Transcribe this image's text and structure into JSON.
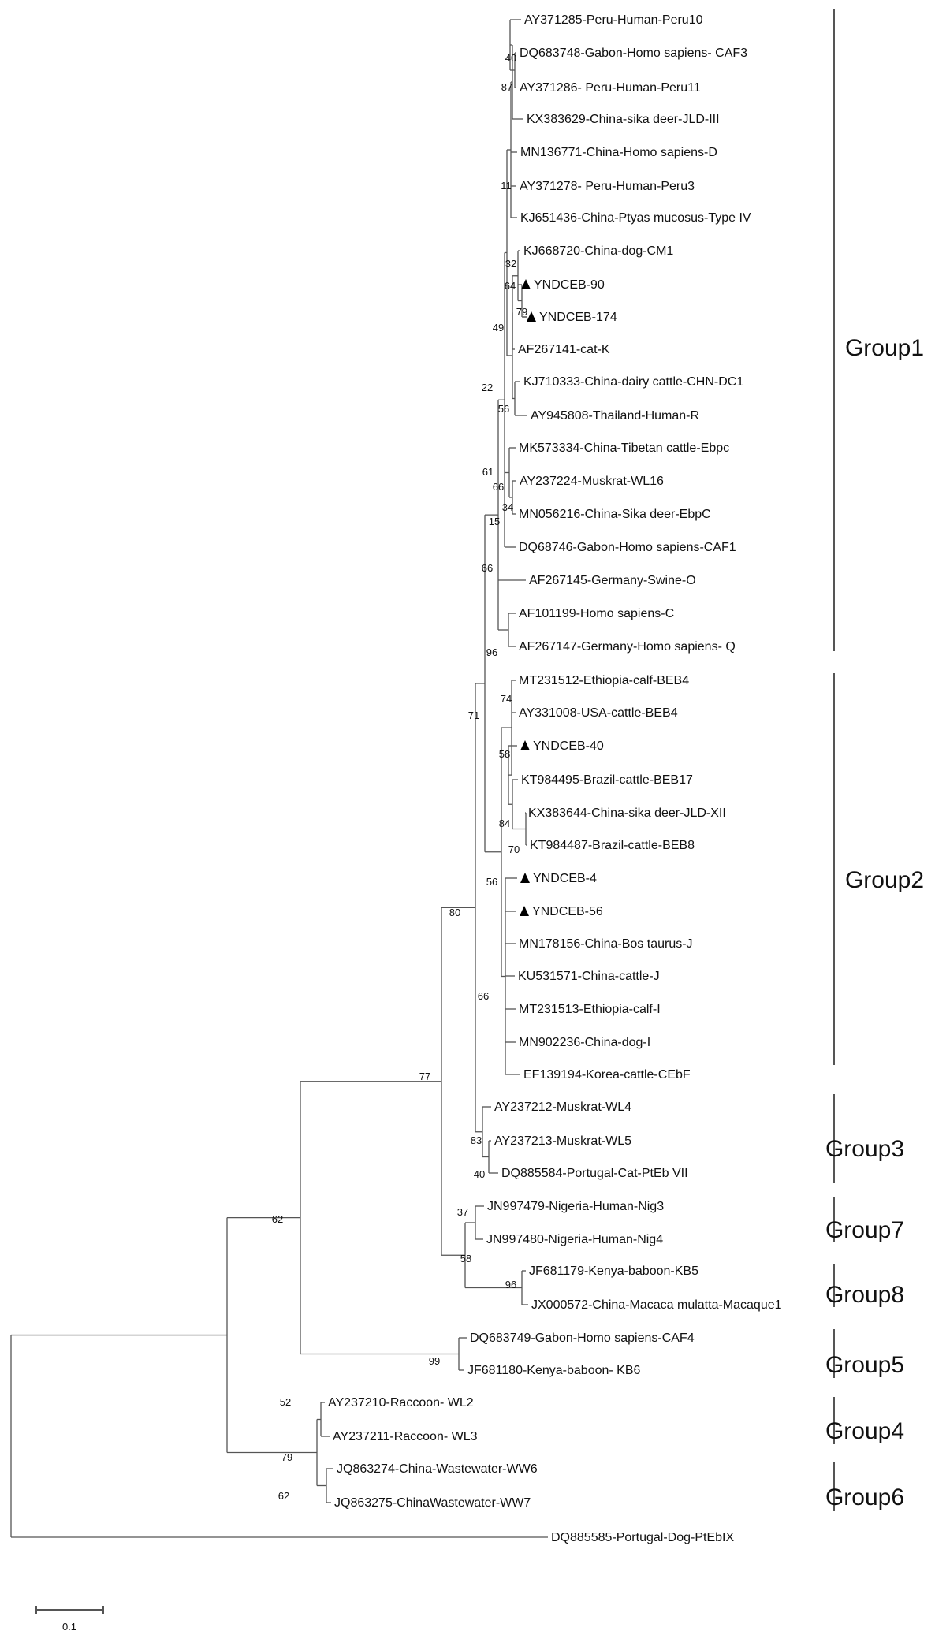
{
  "taxa": [
    "AY371285-Peru-Human-Peru10",
    "DQ683748-Gabon-Homo sapiens- CAF3",
    "AY371286- Peru-Human-Peru11",
    "KX383629-China-sika deer-JLD-III",
    "MN136771-China-Homo sapiens-D",
    "AY371278- Peru-Human-Peru3",
    "KJ651436-China-Ptyas mucosus-Type IV",
    "KJ668720-China-dog-CM1",
    "YNDCEB-90",
    "YNDCEB-174",
    "AF267141-cat-K",
    "KJ710333-China-dairy cattle-CHN-DC1",
    "AY945808-Thailand-Human-R",
    "MK573334-China-Tibetan cattle-Ebpc",
    "AY237224-Muskrat-WL16",
    "MN056216-China-Sika deer-EbpC",
    "DQ68746-Gabon-Homo sapiens-CAF1",
    "AF267145-Germany-Swine-O",
    "AF101199-Homo sapiens-C",
    "AF267147-Germany-Homo sapiens- Q",
    "MT231512-Ethiopia-calf-BEB4",
    "AY331008-USA-cattle-BEB4",
    "YNDCEB-40",
    "KT984495-Brazil-cattle-BEB17",
    "KX383644-China-sika deer-JLD-XII",
    "KT984487-Brazil-cattle-BEB8",
    "YNDCEB-4",
    "YNDCEB-56",
    "MN178156-China-Bos taurus-J",
    "KU531571-China-cattle-J",
    "MT231513-Ethiopia-calf-I",
    "MN902236-China-dog-I",
    "EF139194-Korea-cattle-CEbF",
    "AY237212-Muskrat-WL4",
    "AY237213-Muskrat-WL5",
    "DQ885584-Portugal-Cat-PtEb VII",
    "JN997479-Nigeria-Human-Nig3",
    "JN997480-Nigeria-Human-Nig4",
    "JF681179-Kenya-baboon-KB5",
    "JX000572-China-Macaca mulatta-Macaque1",
    "DQ683749-Gabon-Homo sapiens-CAF4",
    "JF681180-Kenya-baboon- KB6",
    "AY237210-Raccoon- WL2",
    "AY237211-Raccoon- WL3",
    "JQ863274-China-Wastewater-WW6",
    "JQ863275-ChinaWastewater-WW7",
    "DQ885585-Portugal-Dog-PtEbIX"
  ],
  "marked_taxa": [
    "YNDCEB-90",
    "YNDCEB-174",
    "YNDCEB-40",
    "YNDCEB-4",
    "YNDCEB-56"
  ],
  "marker_symbol": "triangle",
  "bootstrap_values": [
    "40",
    "87",
    "11",
    "32",
    "64",
    "79",
    "49",
    "22",
    "56",
    "61",
    "66",
    "34",
    "15",
    "66",
    "96",
    "74",
    "71",
    "58",
    "84",
    "70",
    "56",
    "66",
    "80",
    "77",
    "83",
    "40",
    "37",
    "58",
    "96",
    "62",
    "99",
    "52",
    "79",
    "62"
  ],
  "groups": [
    "Group1",
    "Group2",
    "Group3",
    "Group7",
    "Group8",
    "Group5",
    "Group4",
    "Group6"
  ],
  "scale_label": "0.1",
  "colors": {
    "line": "#555555",
    "text": "#111111"
  }
}
